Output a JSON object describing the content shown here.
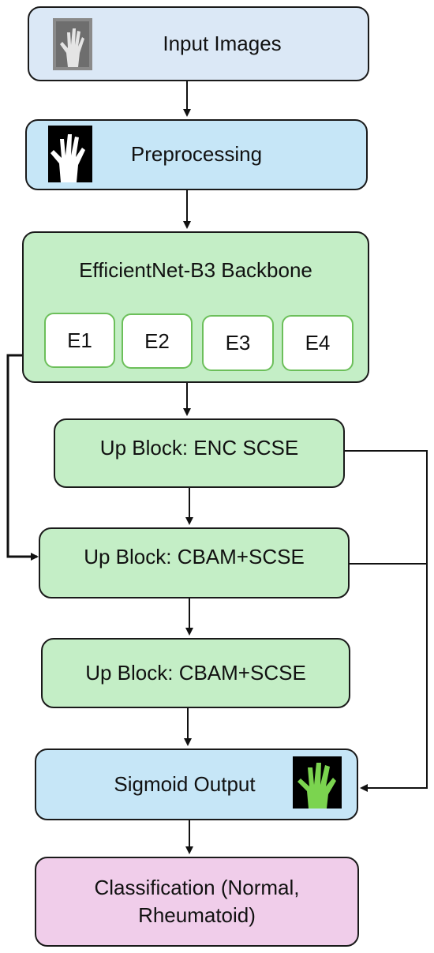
{
  "nodes": {
    "input": "Input Images",
    "preprocessing": "Preprocessing",
    "backbone": "EfficientNet-B3 Backbone",
    "encoders": [
      "E1",
      "E2",
      "E3",
      "E4"
    ],
    "up1": "Up Block: ENC SCSE",
    "up2": "Up Block: CBAM+SCSE",
    "up3": "Up Block: CBAM+SCSE",
    "sigmoid": "Sigmoid Output",
    "classification_line1": "Classification (Normal,",
    "classification_line2": "Rheumatoid)"
  },
  "icons": {
    "input": "hand-xray-icon",
    "preprocessing": "hand-mask-icon",
    "sigmoid": "hand-segmentation-icon"
  },
  "colors": {
    "input_fill": "#dbe8f6",
    "preprocessing_fill": "#c6e6f7",
    "block_fill": "#c4eec6",
    "encoder_border": "#6cbf5a",
    "output_fill": "#c6e6f7",
    "class_fill": "#f0cdea"
  }
}
